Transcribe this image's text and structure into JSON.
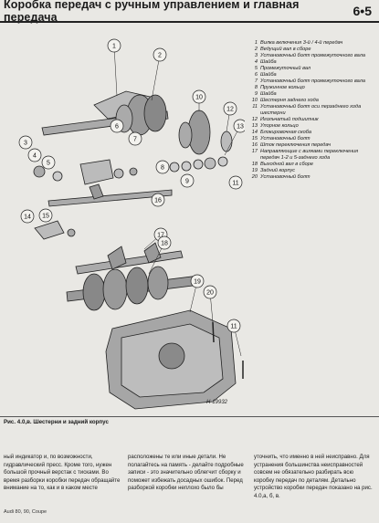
{
  "header": {
    "title": "Коробка передач с ручным управлением и главная передача",
    "page": "6•5"
  },
  "figure": {
    "code": "H-19932",
    "callouts": [
      "1",
      "2",
      "3",
      "4",
      "5",
      "6",
      "7",
      "8",
      "9",
      "10",
      "11",
      "12",
      "13",
      "14",
      "15",
      "16",
      "17",
      "18",
      "19",
      "20",
      "11"
    ]
  },
  "parts": [
    {
      "n": "1",
      "t": "Вилка включения 3-й / 4-й передач"
    },
    {
      "n": "2",
      "t": "Ведущий вал в сборе"
    },
    {
      "n": "3",
      "t": "Установочный болт промежуточного вала"
    },
    {
      "n": "4",
      "t": "Шайба"
    },
    {
      "n": "5",
      "t": "Промежуточный вал"
    },
    {
      "n": "6",
      "t": "Шайба"
    },
    {
      "n": "7",
      "t": "Установочный болт промежуточного вала"
    },
    {
      "n": "8",
      "t": "Пружинное кольцо"
    },
    {
      "n": "9",
      "t": "Шайба"
    },
    {
      "n": "10",
      "t": "Шестерня заднего хода"
    },
    {
      "n": "11",
      "t": "Установочный болт оси перзаднего хода шестерни"
    },
    {
      "n": "12",
      "t": "Игольчатый подшипник"
    },
    {
      "n": "13",
      "t": "Упорное кольцо"
    },
    {
      "n": "14",
      "t": "Блокировочная скоба"
    },
    {
      "n": "15",
      "t": "Установочный болт"
    },
    {
      "n": "16",
      "t": "Шток переключения передач"
    },
    {
      "n": "17",
      "t": "Направляющие с вилками переключения передач 1-2 и 5-заднего хода"
    },
    {
      "n": "18",
      "t": "Выходной вал в сборе"
    },
    {
      "n": "19",
      "t": "Задний корпус"
    },
    {
      "n": "20",
      "t": "Установочный болт"
    }
  ],
  "caption": "Рис. 4.0,в. Шестерни и задний корпус",
  "body": {
    "col1": "ный индикатор и, по возможности, гидравлический пресс. Кроме того, нужен большой прочный верстак с тисками. Во время разборки коробки передач обращайте внимание на то, как и в каком месте",
    "col2": "расположены те или иные детали. Не полагайтесь на память - делайте подробные записи - это значительно облегчит сборку и поможет избежать досадных ошибок. Перед разборкой коробки неплохо было бы",
    "col3": "уточнить, что именно в ней неисправно. Для устранения большинства неисправностей совсем не обязательно разбирать всю коробку передач по деталям. Детально устройство коробки передач показано на рис. 4.0,а, б, в."
  },
  "footer": "Audi 80, 90, Coupe"
}
